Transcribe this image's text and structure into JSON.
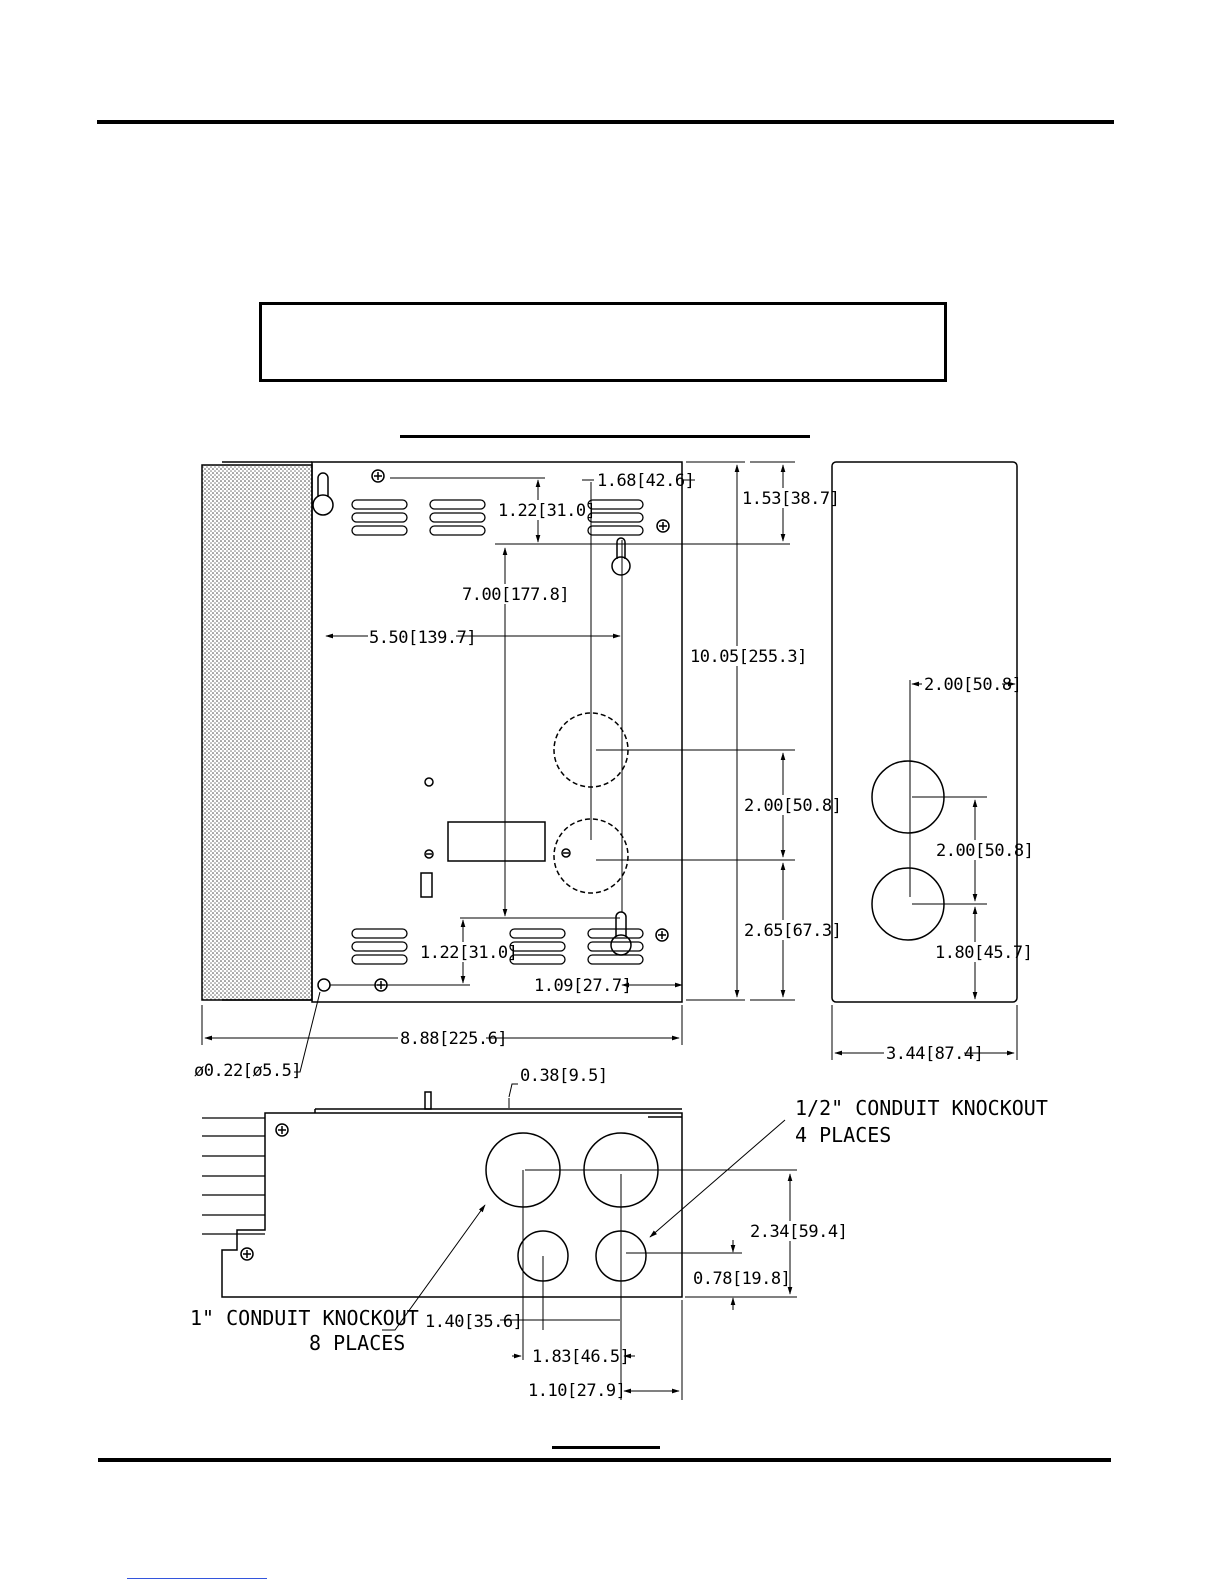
{
  "drawing": {
    "front_view": {
      "dims": {
        "d_1_68": "1.68[42.6]",
        "d_1_53": "1.53[38.7]",
        "d_1_22_top": "1.22[31.0]",
        "d_7_00": "7.00[177.8]",
        "d_5_50": "5.50[139.7]",
        "d_10_05": "10.05[255.3]",
        "d_2_00": "2.00[50.8]",
        "d_2_65": "2.65[67.3]",
        "d_1_22_bottom": "1.22[31.0]",
        "d_1_09": "1.09[27.7]",
        "d_8_88": "8.88[225.6]",
        "d_hole": "ø0.22[ø5.5]"
      }
    },
    "side_view": {
      "dims": {
        "d_2_00_h": "2.00[50.8]",
        "d_2_00_v": "2.00[50.8]",
        "d_1_80": "1.80[45.7]",
        "d_3_44": "3.44[87.4]"
      }
    },
    "bottom_view": {
      "dims": {
        "d_0_38": "0.38[9.5]",
        "d_2_34": "2.34[59.4]",
        "d_0_78": "0.78[19.8]",
        "d_1_40": "1.40[35.6]",
        "d_1_83": "1.83[46.5]",
        "d_1_10": "1.10[27.9]"
      },
      "callouts": {
        "half_inch_line1": "1/2\" CONDUIT KNOCKOUT",
        "half_inch_line2": "4 PLACES",
        "one_inch_line1": "1\" CONDUIT KNOCKOUT",
        "one_inch_line2": "8 PLACES"
      }
    }
  }
}
